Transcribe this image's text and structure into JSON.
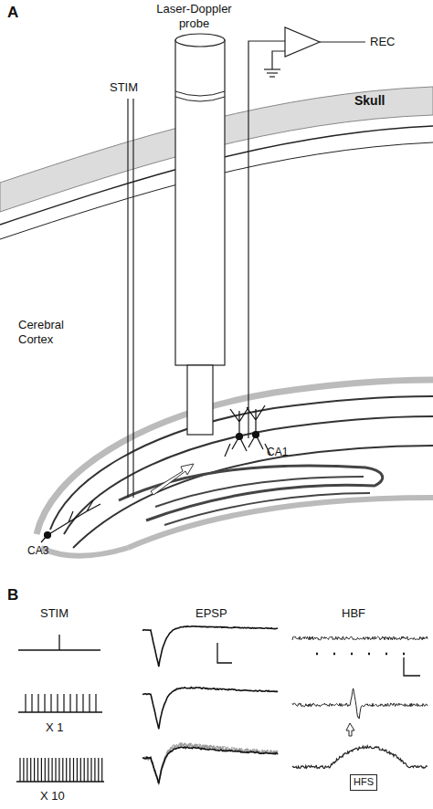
{
  "diagram": {
    "nodes": [
      {
        "text": [
          "HFS"
        ]
      }
    ],
    "labels": [
      "A",
      "Laser-Doppler probe",
      "STIM",
      "REC",
      "Skull",
      "Cerebral Cortex",
      "CA1",
      "CA3",
      "B",
      "STIM",
      "EPSP",
      "HBF",
      "X 1",
      "X 10"
    ]
  }
}
